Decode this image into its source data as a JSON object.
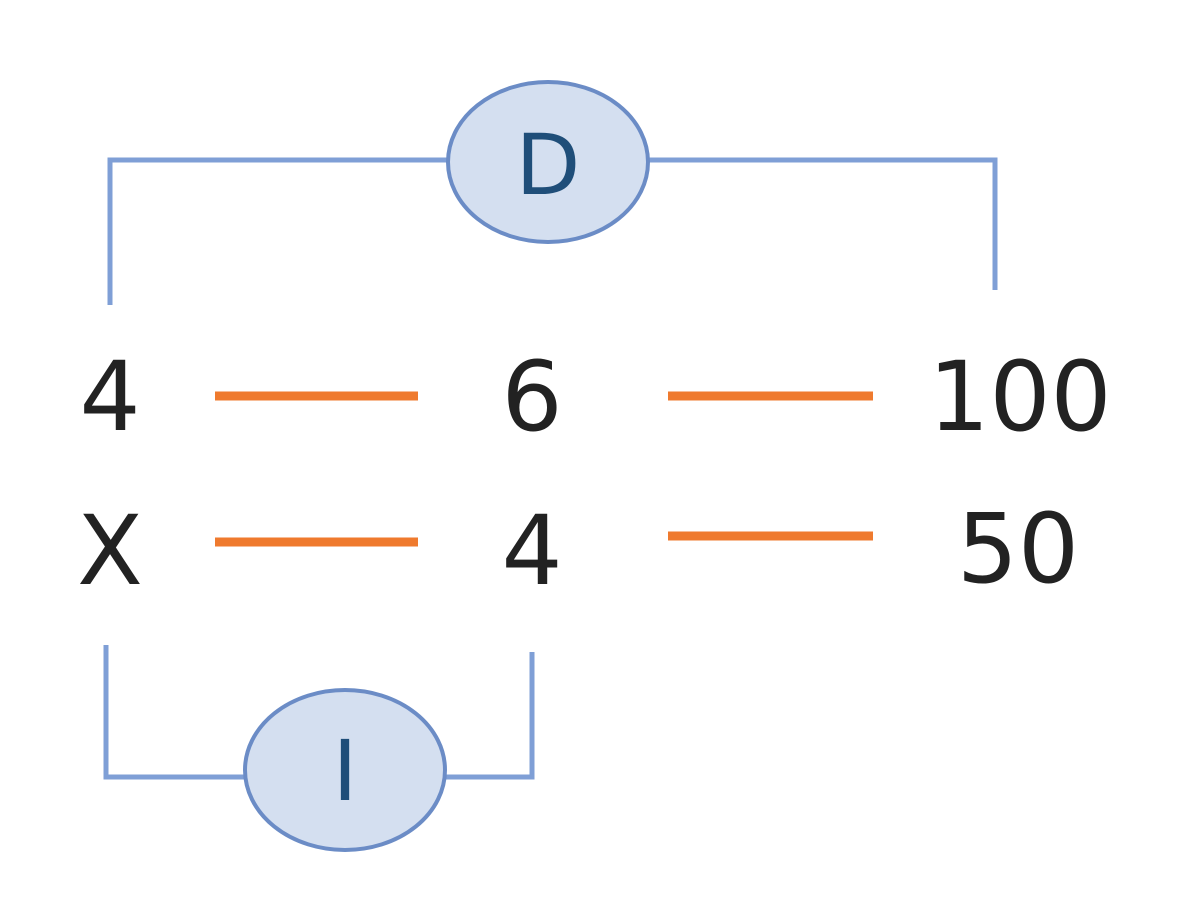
{
  "colors": {
    "bracket": "#7f9fd6",
    "ellipse_fill": "#d4dff0",
    "ellipse_stroke": "#6b8cc6",
    "node_text": "#1f4e79",
    "dash": "#ef7a2e",
    "value_text": "#222222"
  },
  "nodes": {
    "top": {
      "label": "D"
    },
    "bottom": {
      "label": "I"
    }
  },
  "rows": [
    {
      "values": [
        "4",
        "6",
        "100"
      ]
    },
    {
      "values": [
        "X",
        "4",
        "50"
      ]
    }
  ]
}
